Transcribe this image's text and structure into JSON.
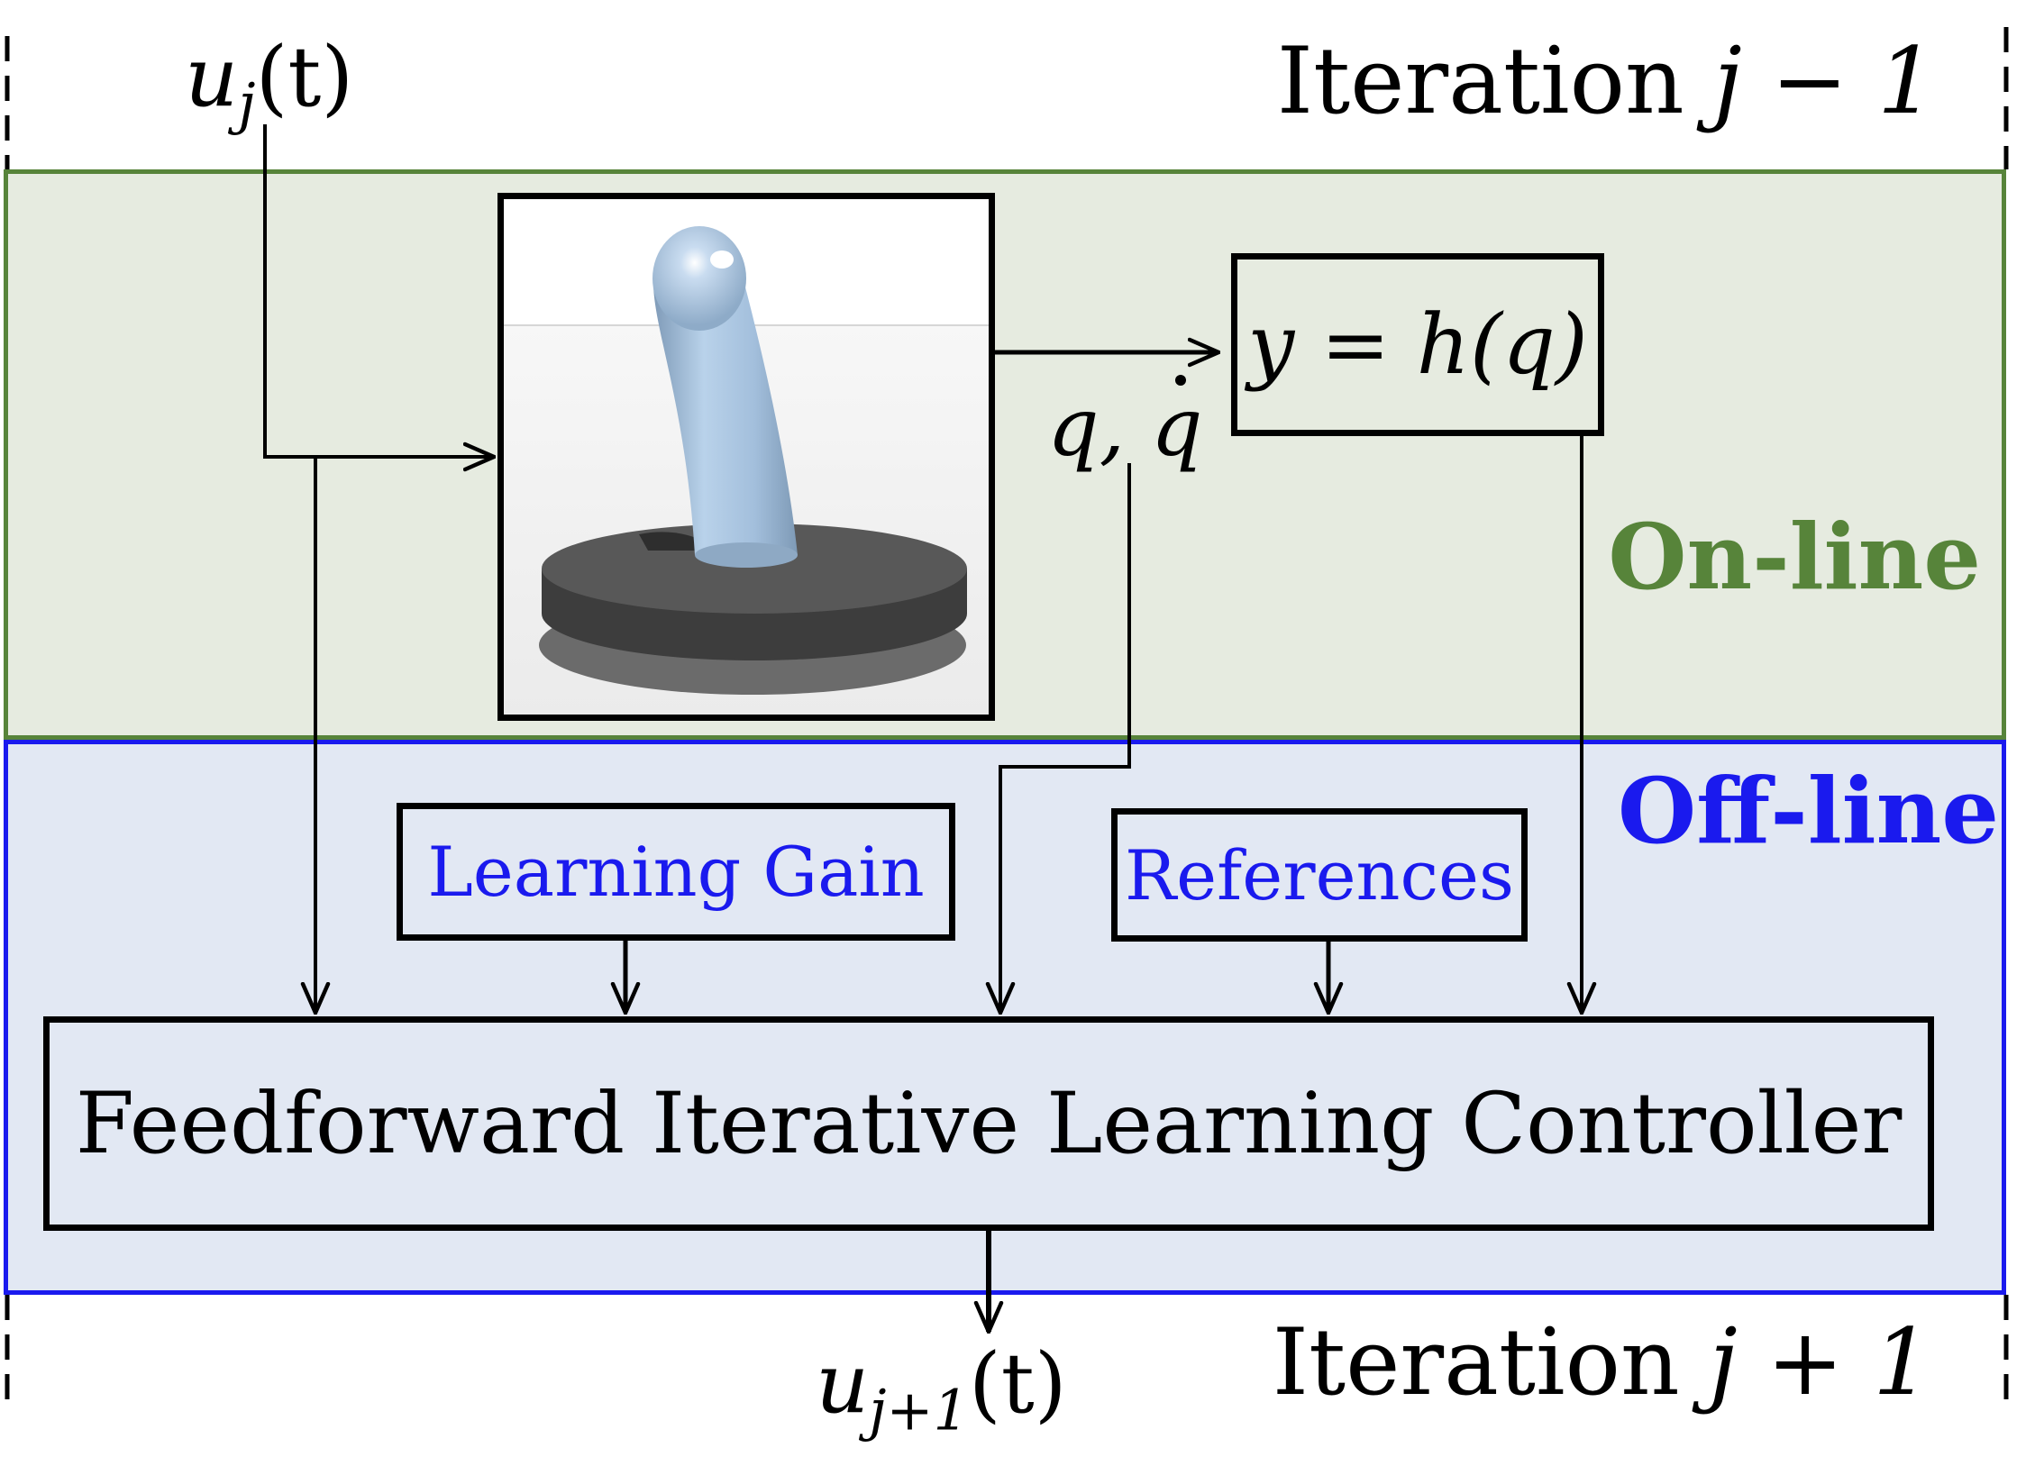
{
  "labels": {
    "iteration_top": "Iteration",
    "iteration_top_math": "j − 1",
    "iteration_bottom": "Iteration",
    "iteration_bottom_math": "j + 1",
    "online": "On-line",
    "offline": "Off-line"
  },
  "signals": {
    "input_u": "u",
    "input_sub": "j",
    "input_arg": "(t)",
    "output_u": "u",
    "output_sub": "j+1",
    "output_arg": "(t)",
    "state_q": "q,",
    "state_qdot": "q"
  },
  "blocks": {
    "output_map": "y = h(q)",
    "learning_gain": "Learning Gain",
    "references": "References",
    "controller": "Feedforward Iterative Learning Controller"
  },
  "colors": {
    "online_border": "#57843a",
    "online_fill": "#e6ebe0",
    "offline_border": "#1a1aee",
    "offline_fill": "#e2e8f3",
    "robot_link": "#a9c6e2",
    "robot_base": "#4a4a4a"
  },
  "icons": {
    "robot": "soft-robot-arm-image"
  }
}
